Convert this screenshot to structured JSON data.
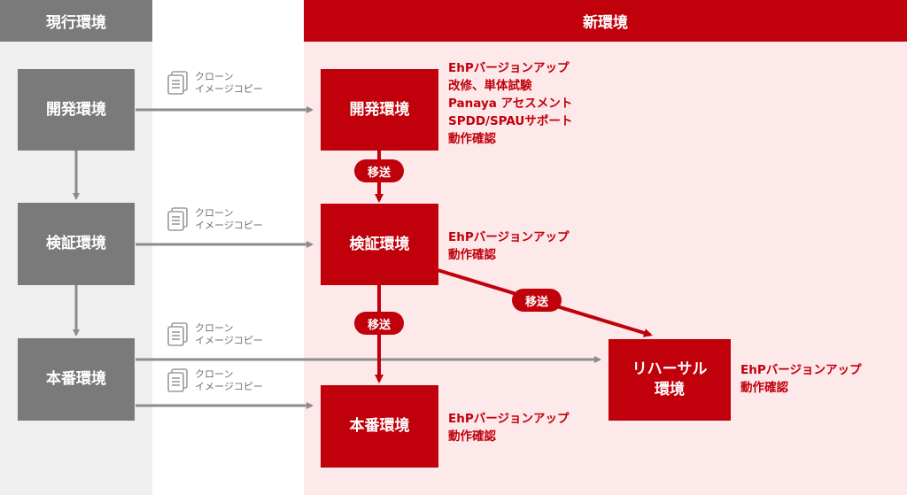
{
  "headers": {
    "current": "現行環境",
    "new": "新環境"
  },
  "current_env": {
    "dev": "開発環境",
    "verify": "検証環境",
    "prod": "本番環境"
  },
  "new_env": {
    "dev": "開発環境",
    "verify": "検証環境",
    "prod": "本番環境",
    "rehearsal_line1": "リハーサル",
    "rehearsal_line2": "環境"
  },
  "clone": {
    "line1": "クローン",
    "line2": "イメージコピー"
  },
  "transfer_label": "移送",
  "notes": {
    "dev": [
      "EhPバージョンアップ",
      "改修、単体試験",
      "Panaya アセスメント",
      "SPDD/SPAUサポート",
      "動作確認"
    ],
    "verify": [
      "EhPバージョンアップ",
      "動作確認"
    ],
    "prod": [
      "EhPバージョンアップ",
      "動作確認"
    ],
    "rehearsal": [
      "EhPバージョンアップ",
      "動作確認"
    ]
  },
  "colors": {
    "red": "#c0000b",
    "gray": "#7a7a7a",
    "left_bg": "#efefef",
    "right_bg": "#fde8ea"
  }
}
